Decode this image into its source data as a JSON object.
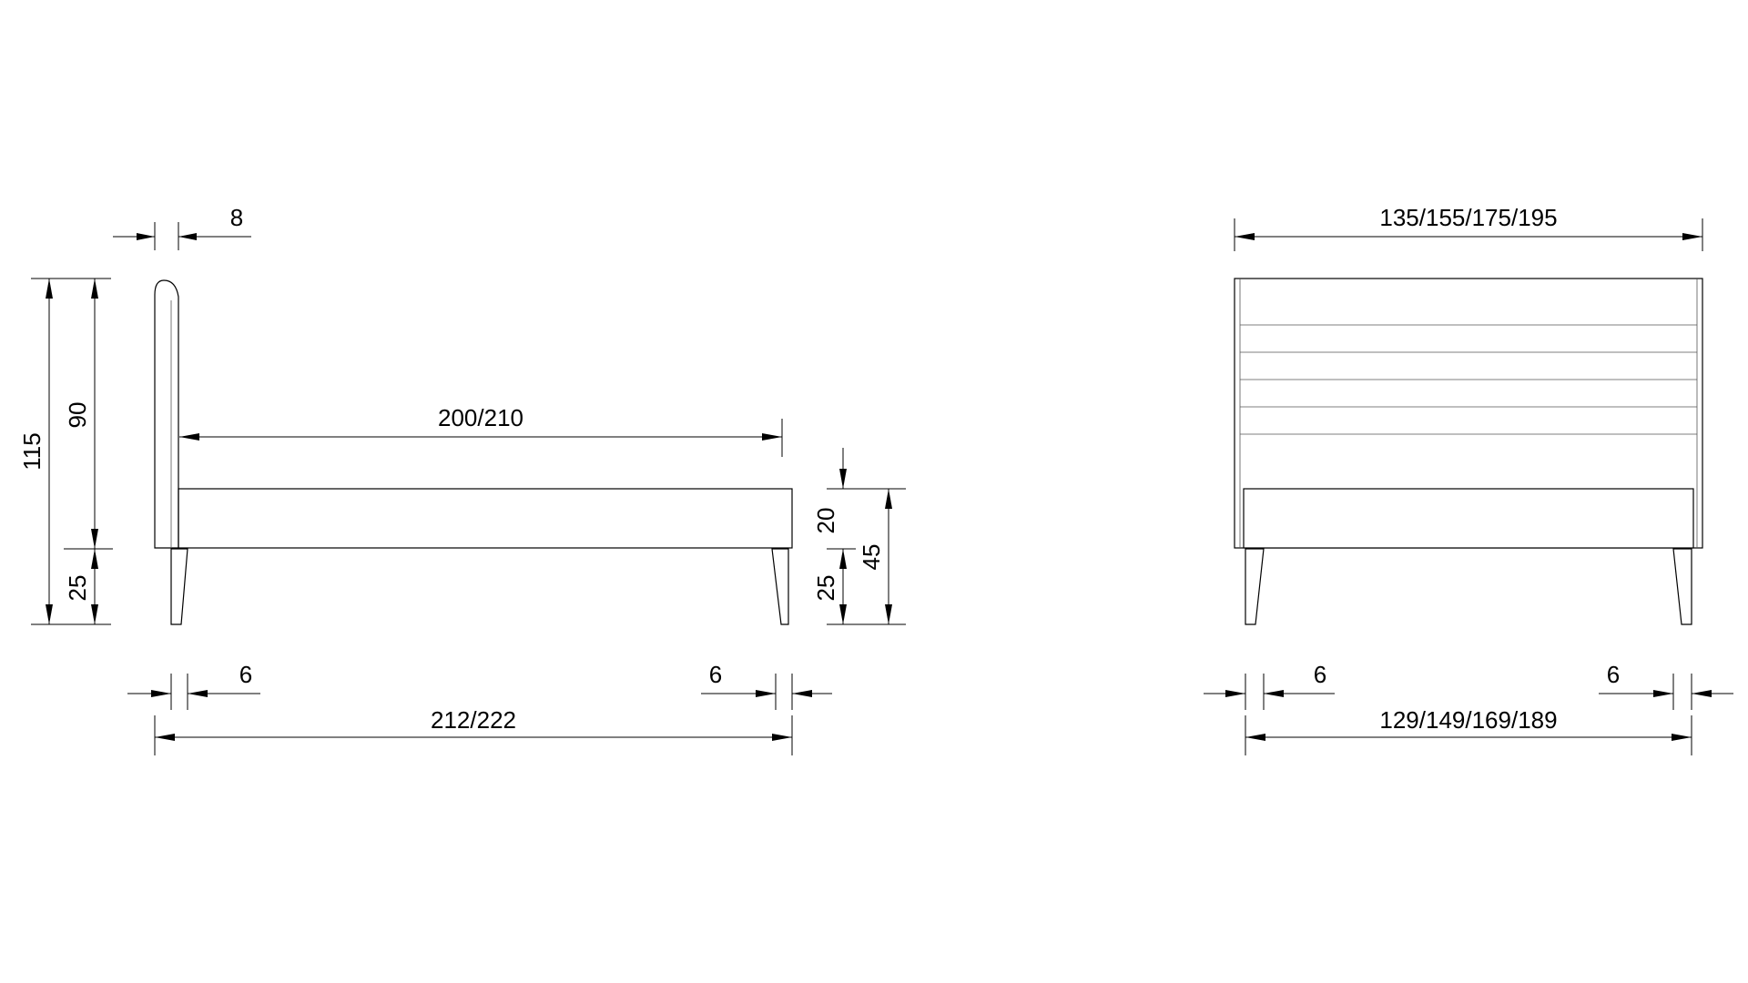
{
  "side_view": {
    "headboard_thickness": "8",
    "total_height": "115",
    "headboard_height": "90",
    "leg_height": "25",
    "mattress_length": "200/210",
    "base_height": "20",
    "seat_height": "45",
    "leg_height_right": "25",
    "leg_inset_left": "6",
    "leg_inset_right": "6",
    "total_length": "212/222"
  },
  "front_view": {
    "total_width": "135/155/175/195",
    "leg_inset_left": "6",
    "leg_inset_right": "6",
    "base_width": "129/149/169/189"
  },
  "colors": {
    "line": "#000000",
    "background": "#ffffff"
  }
}
